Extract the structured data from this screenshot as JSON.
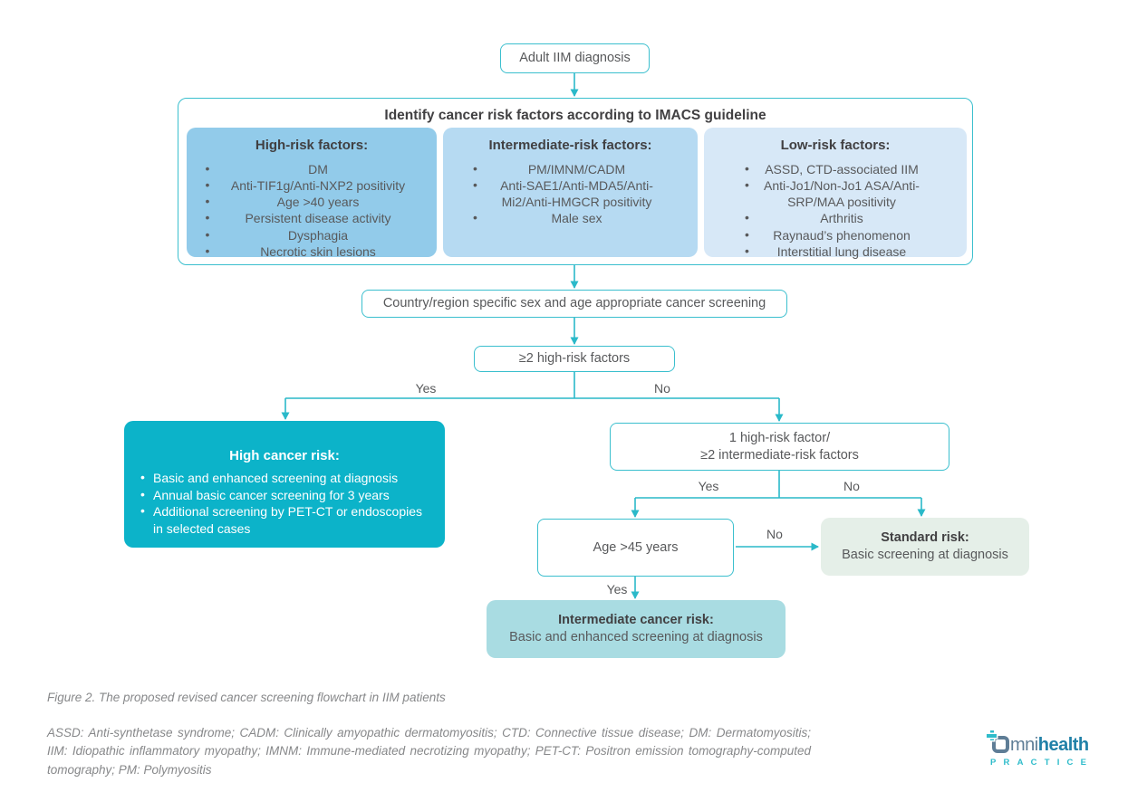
{
  "flow": {
    "adult_box": "Adult IIM diagnosis",
    "imacs_header": "Identify cancer risk factors according to IMACS guideline",
    "risk_columns": [
      {
        "title": "High-risk factors:",
        "items": [
          "DM",
          "Anti-TIF1g/Anti-NXP2 positivity",
          "Age >40 years",
          "Persistent disease activity",
          "Dysphagia",
          "Necrotic skin lesions"
        ]
      },
      {
        "title": "Intermediate-risk factors:",
        "items": [
          "PM/IMNM/CADM",
          "Anti-SAE1/Anti-MDA5/Anti-Mi2/Anti-HMGCR positivity",
          "Male sex"
        ]
      },
      {
        "title": "Low-risk factors:",
        "items": [
          "ASSD, CTD-associated IIM",
          "Anti-Jo1/Non-Jo1 ASA/Anti-SRP/MAA positivity",
          "Arthritis",
          "Raynaud’s phenomenon",
          "Interstitial lung disease"
        ]
      }
    ],
    "country_box": "Country/region specific sex and age appropriate cancer screening",
    "high_risk_question": "≥2 high-risk factors",
    "high_cancer_box": {
      "title": "High cancer risk:",
      "items": [
        "Basic and enhanced screening at diagnosis",
        "Annual basic cancer screening for 3 years",
        "Additional screening by PET-CT or endoscopies in selected cases"
      ]
    },
    "combined_question": {
      "line1": "1 high-risk factor/",
      "line2": "≥2 intermediate-risk factors"
    },
    "age_question": "Age >45 years",
    "standard_box": {
      "title": "Standard risk:",
      "body": "Basic screening at diagnosis"
    },
    "intermediate_box": {
      "title": "Intermediate cancer risk:",
      "body": "Basic and enhanced screening at diagnosis"
    },
    "branch_labels": {
      "q1_yes": "Yes",
      "q1_no": "No",
      "q2_yes": "Yes",
      "q2_no": "No",
      "q3_yes": "Yes",
      "q3_no": "No"
    }
  },
  "caption": "Figure 2. The proposed revised cancer screening flowchart in IIM patients",
  "abbreviations": "ASSD: Anti-synthetase syndrome; CADM: Clinically amyopathic dermatomyositis; CTD: Connective tissue disease; DM: Dermatomyositis; IIM: Idiopathic inflammatory myopathy; IMNM: Immune-mediated necrotizing myopathy; PET-CT: Positron emission tomography-computed tomography; PM: Polymyositis",
  "logo": {
    "prefix": "mni",
    "suffix": "health",
    "subtitle": "PRACTICE"
  },
  "colors": {
    "outline_teal": "#3bbfce",
    "connector_teal": "#2ab9c9",
    "high_risk_col_fill": "#92cbea",
    "intermediate_risk_col_fill": "#b6daf2",
    "low_risk_col_fill": "#d7e8f7",
    "high_cancer_fill": "#0cb3c9",
    "intermediate_cancer_fill": "#a9dce2",
    "standard_risk_fill": "#e5efe8",
    "body_text": "#58595b",
    "heading_text": "#414042",
    "caption_text": "#87888a",
    "logo_slate": "#5e7d96",
    "logo_health": "#2181a8",
    "logo_teal": "#2fbccb"
  }
}
